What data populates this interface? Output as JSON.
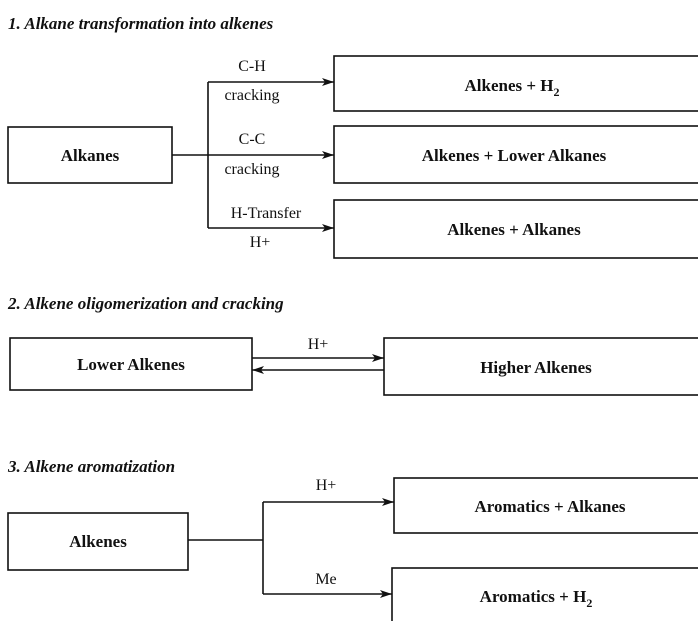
{
  "section1": {
    "heading": "1. Alkane transformation into alkenes",
    "source": "Alkanes",
    "paths": [
      {
        "label_top": "C-H",
        "label_bottom": "cracking",
        "product_main": "Alkenes + H",
        "product_sub": "2"
      },
      {
        "label_top": "C-C",
        "label_bottom": "cracking",
        "product_main": "Alkenes + Lower Alkanes",
        "product_sub": ""
      },
      {
        "label_top": "H-Transfer",
        "label_bottom": "H+",
        "product_main": "Alkenes + Alkanes",
        "product_sub": ""
      }
    ]
  },
  "section2": {
    "heading": "2. Alkene oligomerization and cracking",
    "left": "Lower Alkenes",
    "right": "Higher Alkenes",
    "catalyst": "H+"
  },
  "section3": {
    "heading": "3. Alkene aromatization",
    "source": "Alkenes",
    "paths": [
      {
        "label": "H+",
        "product_main": "Aromatics + Alkanes",
        "product_sub": ""
      },
      {
        "label": "Me",
        "product_main": "Aromatics + H",
        "product_sub": "2"
      }
    ]
  }
}
